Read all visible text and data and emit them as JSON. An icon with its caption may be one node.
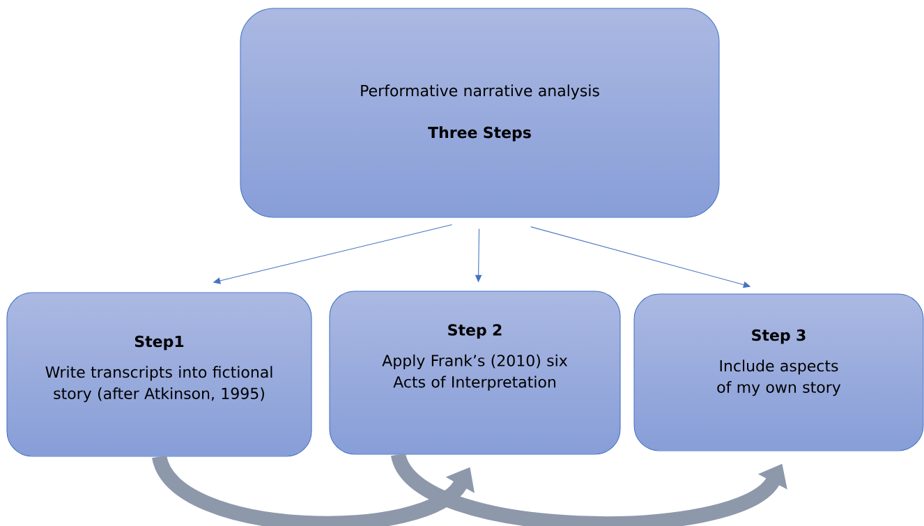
{
  "diagram": {
    "nodes": [
      {
        "text": [
          "Performative narrative analysis",
          "Three Steps"
        ]
      },
      {
        "text": [
          "Step1",
          "Write transcripts into fictional story (after Atkinson, 1995)"
        ]
      },
      {
        "text": [
          "Step 2",
          "Apply Frank’s (2010) six Acts of Interpretation"
        ]
      },
      {
        "text": [
          "Step 3",
          "Include aspects of my own story"
        ]
      }
    ],
    "edges": [
      {
        "from": 0,
        "to": 1,
        "arrow": "to"
      },
      {
        "from": 0,
        "to": 2,
        "arrow": "to"
      },
      {
        "from": 0,
        "to": 3,
        "arrow": "to"
      },
      {
        "from": 1,
        "to": 2,
        "arrow": "to",
        "style": "thick",
        "color": "#8e98ab"
      },
      {
        "from": 2,
        "to": 3,
        "arrow": "to",
        "style": "thick",
        "color": "#8e98ab"
      }
    ]
  }
}
